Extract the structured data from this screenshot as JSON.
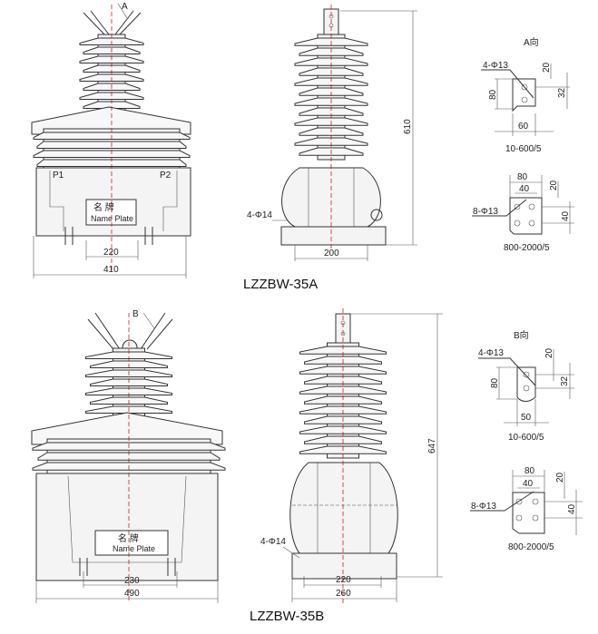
{
  "model_a": {
    "title": "LZZBW-35A",
    "view_arrow": "A",
    "terminal_p1": "P1",
    "terminal_p2": "P2",
    "nameplate_cn": "名  牌",
    "nameplate_en": "Name Plate",
    "dim_foot_spacing": "220",
    "dim_width": "410",
    "mount_holes": "4-Φ14",
    "dim_base": "200",
    "dim_height": "610",
    "view": {
      "title": "A向",
      "small": {
        "holes": "4-Φ13",
        "d20": "20",
        "d80": "80",
        "d32": "32",
        "d_width": "60",
        "rating": "10-600/5"
      },
      "large": {
        "holes": "8-Φ13",
        "d80": "80",
        "d40": "40",
        "d20": "20",
        "d40v": "40",
        "rating": "800-2000/5"
      }
    }
  },
  "model_b": {
    "title": "LZZBW-35B",
    "view_arrow": "B",
    "nameplate_cn": "名  牌",
    "nameplate_en": "Name Plate",
    "dim_foot_spacing": "230",
    "dim_width": "490",
    "mount_holes": "4-Φ14",
    "dim_base_inner": "220",
    "dim_base": "260",
    "dim_height": "647",
    "view": {
      "title": "B向",
      "small": {
        "holes": "4-Φ13",
        "d20": "20",
        "d80": "80",
        "d32": "32",
        "d_width": "50",
        "rating": "10-600/5"
      },
      "large": {
        "holes": "8-Φ13",
        "d80": "80",
        "d40": "40",
        "d20": "20",
        "d40v": "40",
        "rating": "800-2000/5"
      }
    }
  }
}
